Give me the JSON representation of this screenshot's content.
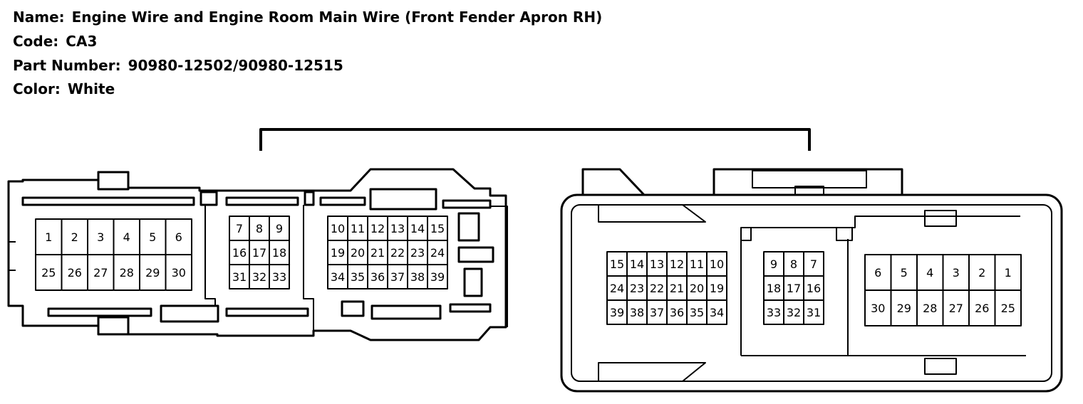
{
  "header": {
    "name_label": "Name:",
    "name_value": "Engine Wire and Engine Room Main Wire (Front Fender Apron RH)",
    "code_label": "Code:",
    "code_value": "CA3",
    "part_label": "Part Number:",
    "part_value": "90980-12502/90980-12515",
    "color_label": "Color:",
    "color_value": "White"
  },
  "left_connector": {
    "group1": [
      [
        "1",
        "2",
        "3",
        "4",
        "5",
        "6"
      ],
      [
        "25",
        "26",
        "27",
        "28",
        "29",
        "30"
      ]
    ],
    "group2": [
      [
        "7",
        "8",
        "9"
      ],
      [
        "16",
        "17",
        "18"
      ],
      [
        "31",
        "32",
        "33"
      ]
    ],
    "group3": [
      [
        "10",
        "11",
        "12",
        "13",
        "14",
        "15"
      ],
      [
        "19",
        "20",
        "21",
        "22",
        "23",
        "24"
      ],
      [
        "34",
        "35",
        "36",
        "37",
        "38",
        "39"
      ]
    ]
  },
  "right_connector": {
    "group1": [
      [
        "15",
        "14",
        "13",
        "12",
        "11",
        "10"
      ],
      [
        "24",
        "23",
        "22",
        "21",
        "20",
        "19"
      ],
      [
        "39",
        "38",
        "37",
        "36",
        "35",
        "34"
      ]
    ],
    "group2": [
      [
        "9",
        "8",
        "7"
      ],
      [
        "18",
        "17",
        "16"
      ],
      [
        "33",
        "32",
        "31"
      ]
    ],
    "group3": [
      [
        "6",
        "5",
        "4",
        "3",
        "2",
        "1"
      ],
      [
        "30",
        "29",
        "28",
        "27",
        "26",
        "25"
      ]
    ]
  },
  "colors": {
    "line": "#000000",
    "background": "#ffffff"
  }
}
